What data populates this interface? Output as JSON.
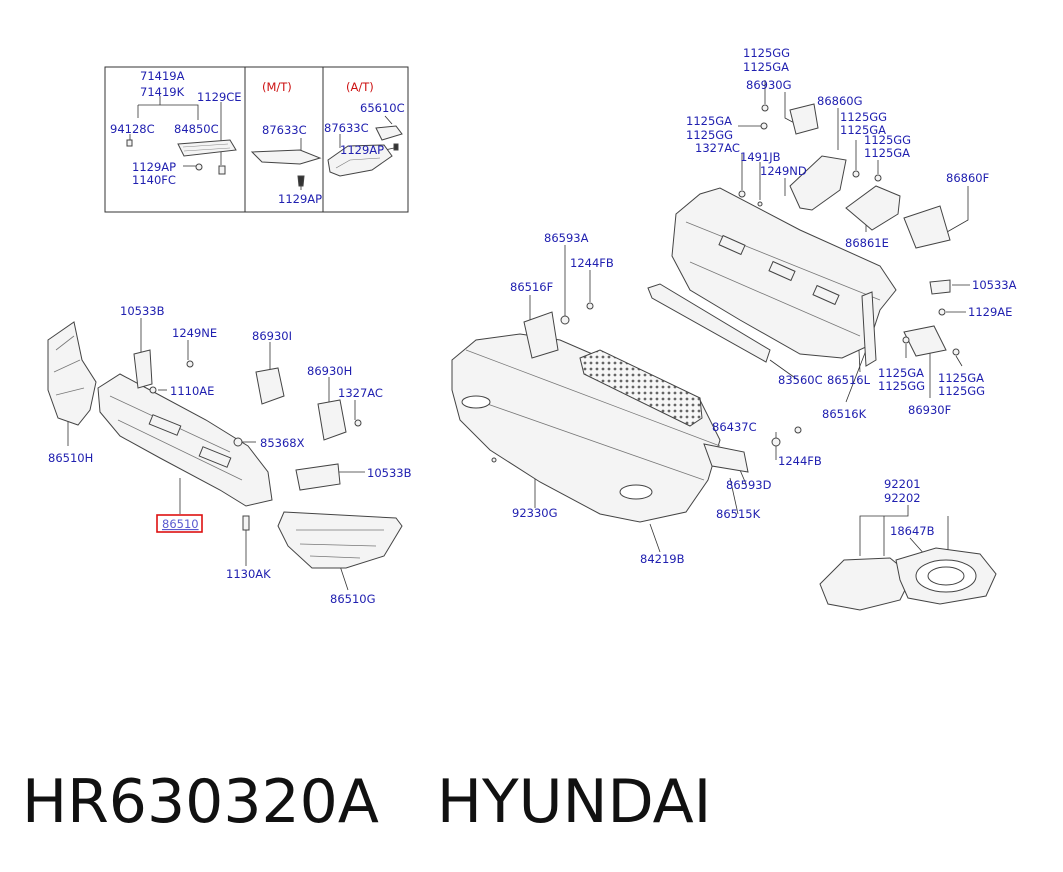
{
  "colors": {
    "label": "#2020b0",
    "label_alt": "#cc1111",
    "highlight_box": "#dd1111",
    "line": "#333333",
    "part_fill": "#f4f4f4",
    "part_stroke": "#444444"
  },
  "inset": {
    "headings": {
      "mt": "(M/T)",
      "at": "(A/T)"
    }
  },
  "labels": {
    "l71419A": "71419A",
    "l71419K": "71419K",
    "l1129CE": "1129CE",
    "l94128C": "94128C",
    "l84850C": "84850C",
    "l1129AP_a": "1129AP",
    "l1140FC": "1140FC",
    "l87633C_a": "87633C",
    "l1129AP_b": "1129AP",
    "l65610C": "65610C",
    "l87633C_b": "87633C",
    "l1129AP_c": "1129AP",
    "l1125GG_t1": "1125GG",
    "l1125GA_t1": "1125GA",
    "l86930G": "86930G",
    "l86860G": "86860G",
    "l1125GA_t2": "1125GA",
    "l1125GG_t2": "1125GG",
    "l1327AC_t": "1327AC",
    "l1125GG_t3": "1125GG",
    "l1125GA_t3": "1125GA",
    "l1125GG_t4": "1125GG",
    "l1125GA_t4": "1125GA",
    "l1491JB": "1491JB",
    "l1249ND": "1249ND",
    "l86860F": "86860F",
    "l86861E": "86861E",
    "l10533A": "10533A",
    "l1129AE": "1129AE",
    "l1125GA_r1": "1125GA",
    "l1125GG_r1": "1125GG",
    "l1125GA_r2": "1125GA",
    "l1125GG_r2": "1125GG",
    "l86930F": "86930F",
    "l83560C": "83560C",
    "l86516L": "86516L",
    "l86516K": "86516K",
    "l86593A": "86593A",
    "l1244FB_a": "1244FB",
    "l86516F": "86516F",
    "l86437C": "86437C",
    "l1244FB_b": "1244FB",
    "l86593D": "86593D",
    "l86515K": "86515K",
    "l92330G": "92330G",
    "l84219B": "84219B",
    "l92201": "92201",
    "l92202": "92202",
    "l18647B": "18647B",
    "l10533B_a": "10533B",
    "l1249NE": "1249NE",
    "l86930I": "86930I",
    "l1110AE": "1110AE",
    "l86930H": "86930H",
    "l1327AC_l": "1327AC",
    "l85368X": "85368X",
    "l10533B_b": "10533B",
    "l86510H": "86510H",
    "l86510": "86510",
    "l1130AK": "1130AK",
    "l86510G": "86510G"
  },
  "caption": {
    "part_number": "HR630320A",
    "brand": "HYUNDAI"
  }
}
